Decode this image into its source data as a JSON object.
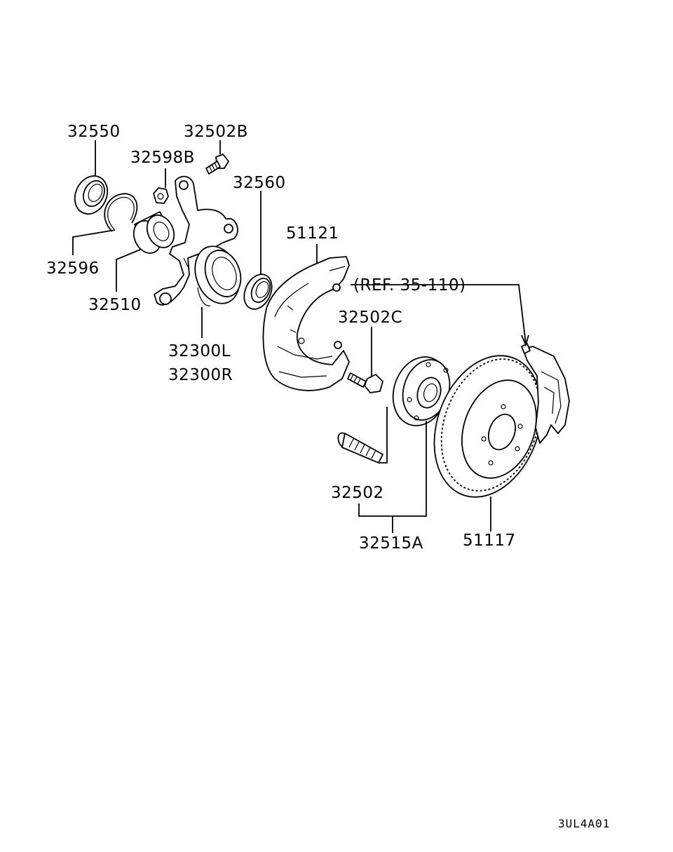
{
  "callouts": [
    {
      "id": "32550",
      "text": "32550"
    },
    {
      "id": "32502B",
      "text": "32502B"
    },
    {
      "id": "32598B",
      "text": "32598B"
    },
    {
      "id": "32560",
      "text": "32560"
    },
    {
      "id": "32596",
      "text": "32596"
    },
    {
      "id": "32510",
      "text": "32510"
    },
    {
      "id": "51121",
      "text": "51121"
    },
    {
      "id": "ref",
      "text": "(REF. 35-110)"
    },
    {
      "id": "32502C",
      "text": "32502C"
    },
    {
      "id": "32300L",
      "text": "32300L"
    },
    {
      "id": "32300R",
      "text": "32300R"
    },
    {
      "id": "32502",
      "text": "32502"
    },
    {
      "id": "32515A",
      "text": "32515A"
    },
    {
      "id": "51117",
      "text": "51117"
    }
  ],
  "diagram_code": "3UL4A01"
}
